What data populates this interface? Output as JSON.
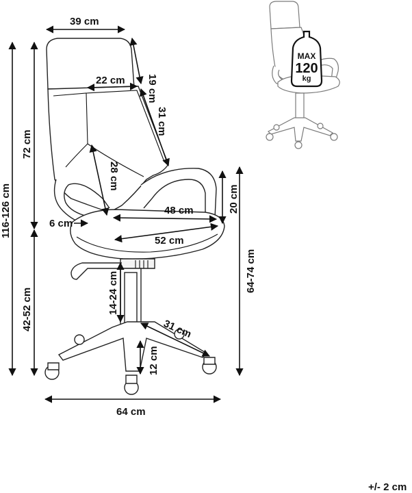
{
  "dimensions": {
    "backrest_width": "39 cm",
    "headrest_height": "19 cm",
    "back_inner_width": "22 cm",
    "back_side_length": "31 cm",
    "total_height": "116-126 cm",
    "back_height": "72 cm",
    "lumbar_height": "28 cm",
    "armrest_height": "20 cm",
    "seat_depth": "48 cm",
    "arm_gap": "6 cm",
    "seat_width": "52 cm",
    "seat_floor_height": "64-74 cm",
    "seat_height": "42-52 cm",
    "gas_lift": "14-24 cm",
    "base_leg": "31 cm",
    "caster_height": "12 cm",
    "base_width": "64 cm"
  },
  "badge": {
    "top": "MAX",
    "value": "120",
    "unit": "kg"
  },
  "tolerance": "+/- 2 cm"
}
